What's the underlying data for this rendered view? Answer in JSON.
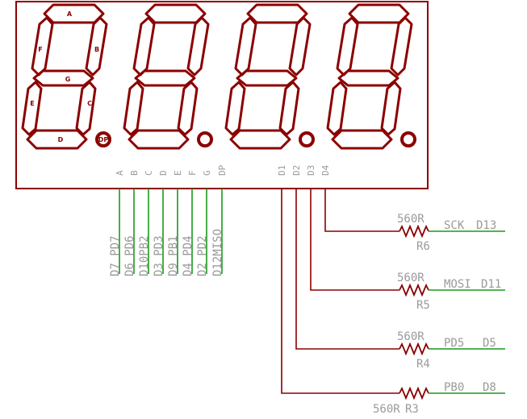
{
  "display": {
    "segment_labels": [
      "A",
      "B",
      "C",
      "D",
      "E",
      "F",
      "G",
      "DP"
    ],
    "pin_labels": [
      "A",
      "B",
      "C",
      "D",
      "E",
      "F",
      "G",
      "DP",
      "D1",
      "D2",
      "D3",
      "D4"
    ]
  },
  "segment_nets": [
    "D7 PD7",
    "D6 PD6",
    "D10PB2",
    "D3 PD3",
    "D9 PB1",
    "D4 PD4",
    "D2 PD2",
    "D12MISO"
  ],
  "digit_resistors": [
    {
      "value": "560R",
      "ref": "R6",
      "net": "SCK",
      "pin": "D13"
    },
    {
      "value": "560R",
      "ref": "R5",
      "net": "MOSI",
      "pin": "D11"
    },
    {
      "value": "560R",
      "ref": "R4",
      "net": "PD5",
      "pin": "D5"
    },
    {
      "value": "560R",
      "ref": "R3",
      "net": "PB0",
      "pin": "D8"
    }
  ],
  "colors": {
    "component": "#8b0000",
    "wire": "#1a9a1a",
    "label": "#9a9a9a"
  }
}
